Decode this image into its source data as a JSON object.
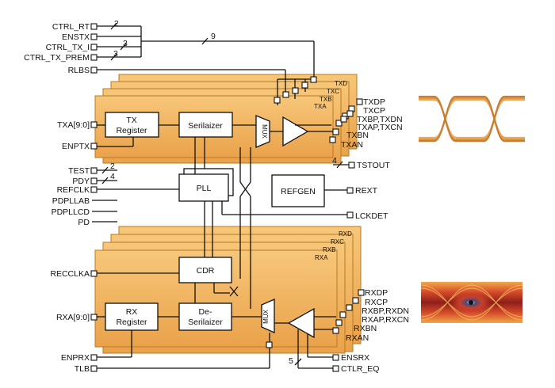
{
  "ctrl_inputs": {
    "ctrl_rt": "CTRL_RT",
    "enstx": "ENSTX",
    "ctrl_tx_i": "CTRL_TX_I",
    "ctrl_tx_prem": "CTRL_TX_PREM",
    "rlbs": "RLBS"
  },
  "bus_widths": {
    "ctrl_rt": "2",
    "ctrl_tx_i": "3",
    "ctrl_tx_prem": "3",
    "ctrl_bus": "9",
    "test": "2",
    "pdy": "4",
    "tstout": "4",
    "ctlr_eq": "5"
  },
  "tx": {
    "lanes": [
      "TXD",
      "TXC",
      "TXB",
      "TXA"
    ],
    "txa_in": "TXA[9:0]",
    "enptx": "ENPTX",
    "register": [
      "TX",
      "Register"
    ],
    "serializer": "Serilaizer",
    "mux": "MUX",
    "outputs": [
      "TXDP",
      "TXCP",
      "TXBP,TXDN",
      "TXAP,TXCN",
      "TXBN",
      "TXAN"
    ]
  },
  "middle": {
    "test": "TEST",
    "pdy": "PDY",
    "refclk": "REFCLK",
    "pdpllab": "PDPLLAB",
    "pdpllcd": "PDPLLCD",
    "pd": "PD",
    "pll": "PLL",
    "refgen": "REFGEN",
    "rext": "REXT",
    "lckdet": "LCKDET",
    "tstout": "TSTOUT"
  },
  "rx": {
    "lanes": [
      "RXD",
      "RXC",
      "RXB",
      "RXA"
    ],
    "recclka": "RECCLKA",
    "rxa_out": "RXA[9:0]",
    "cdr": "CDR",
    "register": [
      "RX",
      "Register"
    ],
    "deserializer": [
      "De-",
      "Serilaizer"
    ],
    "mux": "MUX",
    "inputs": [
      "RXDP",
      "RXCP",
      "RXBP,RXDN",
      "RXAP,RXCN",
      "RXBN",
      "RXAN"
    ],
    "enprx": "ENPRX",
    "tlb": "TLB",
    "ensrx": "ENSRX",
    "ctlr_eq": "CTLR_EQ"
  },
  "colors": {
    "block_fill": "#f2b25a",
    "block_edge": "#c07a1c",
    "eye_tx": "#d8862a",
    "eye_rx_bg": "#d5462a"
  },
  "icons": {
    "tx_eye": "eye-diagram-clean",
    "rx_eye": "eye-diagram-noisy"
  }
}
